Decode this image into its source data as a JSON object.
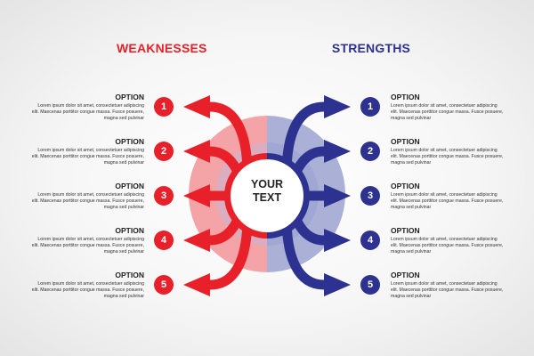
{
  "colors": {
    "red": "#e8202a",
    "blue": "#2d3290",
    "red_halo": "#f4a3a6",
    "blue_halo": "#8f96c6"
  },
  "weaknesses": {
    "heading": "WEAKNESSES",
    "items": [
      {
        "number": "1",
        "title": "OPTION",
        "text": "Lorem ipsum dolor sit amet, consectetuer adipiscing elit. Maecenas porttitor congue massa. Fusce posuere, magna sed pulvinar"
      },
      {
        "number": "2",
        "title": "OPTION",
        "text": "Lorem ipsum dolor sit amet, consectetuer adipiscing elit. Maecenas porttitor congue massa. Fusce posuere, magna sed pulvinar"
      },
      {
        "number": "3",
        "title": "OPTION",
        "text": "Lorem ipsum dolor sit amet, consectetuer adipiscing elit. Maecenas porttitor congue massa. Fusce posuere, magna sed pulvinar"
      },
      {
        "number": "4",
        "title": "OPTION",
        "text": "Lorem ipsum dolor sit amet, consectetuer adipiscing elit. Maecenas porttitor congue massa. Fusce posuere, magna sed pulvinar"
      },
      {
        "number": "5",
        "title": "OPTION",
        "text": "Lorem ipsum dolor sit amet, consectetuer adipiscing elit. Maecenas porttitor congue massa. Fusce posuere, magna sed pulvinar"
      }
    ]
  },
  "strengths": {
    "heading": "STRENGTHS",
    "items": [
      {
        "number": "1",
        "title": "OPTION",
        "text": "Lorem ipsum dolor sit amet, consectetuer adipiscing elit. Maecenas porttitor congue massa. Fusce posuere, magna sed pulvinar"
      },
      {
        "number": "2",
        "title": "OPTION",
        "text": "Lorem ipsum dolor sit amet, consectetuer adipiscing elit. Maecenas porttitor congue massa. Fusce posuere, magna sed pulvinar"
      },
      {
        "number": "3",
        "title": "OPTION",
        "text": "Lorem ipsum dolor sit amet, consectetuer adipiscing elit. Maecenas porttitor congue massa. Fusce posuere, magna sed pulvinar"
      },
      {
        "number": "4",
        "title": "OPTION",
        "text": "Lorem ipsum dolor sit amet, consectetuer adipiscing elit. Maecenas porttitor congue massa. Fusce posuere, magna sed pulvinar"
      },
      {
        "number": "5",
        "title": "OPTION",
        "text": "Lorem ipsum dolor sit amet, consectetuer adipiscing elit. Maecenas porttitor congue massa. Fusce posuere, magna sed pulvinar"
      }
    ]
  },
  "center": {
    "line1": "YOUR",
    "line2": "TEXT"
  }
}
